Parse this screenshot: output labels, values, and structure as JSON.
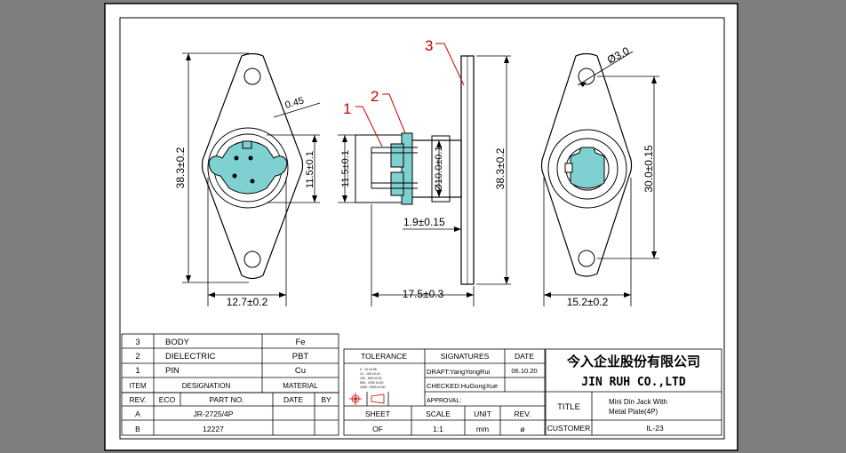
{
  "colors": {
    "background": "#7f7f7f",
    "paper": "#ffffff",
    "line": "#000000",
    "dimension": "#000000",
    "teal_fill": "#7fd0d0",
    "callout": "#cc0000"
  },
  "callouts": {
    "pin": "1",
    "dielectric": "2",
    "body": "3"
  },
  "dimensions": {
    "plate_height_left": "38.3±0.2",
    "flange_thickness": "0.45",
    "body_height_left": "11.5±0.1",
    "plate_width": "12.7±0.2",
    "side_pin_height": "11.5±0.1",
    "body_diameter": "Ø10.0±0.1",
    "plate_height_side": "38.3±0.2",
    "flange_offset": "1.9±0.15",
    "side_length": "17.5±0.3",
    "hole_diameter": "Ø3.0",
    "hole_spacing": "30.0±0.15",
    "right_width": "15.2±0.2"
  },
  "bom": {
    "rows": [
      {
        "no": "3",
        "name": "BODY",
        "material": "Fe"
      },
      {
        "no": "2",
        "name": "DIELECTRIC",
        "material": "PBT"
      },
      {
        "no": "1",
        "name": "PIN",
        "material": "Cu"
      }
    ],
    "headers": {
      "item": "ITEM",
      "designation": "DESIGNATION",
      "material": "MATERIAL"
    }
  },
  "revisions": {
    "headers": {
      "rev": "REV.",
      "eco": "ECO",
      "part_no": "PART NO.",
      "date": "DATE",
      "by": "BY"
    },
    "rows": [
      {
        "rev": "A",
        "part_no": "JR-2725/4P"
      },
      {
        "rev": "B",
        "part_no": "12227"
      }
    ]
  },
  "tolerance": {
    "label": "TOLERANCE",
    "table_lines": [
      "0 - 10    ±0.05",
      "10 - 100   ±0.10",
      "100 - 500  ±0.15",
      "500 - 1000 ±0.20",
      "1000 - 5000 ±0.30"
    ]
  },
  "signatures": {
    "label": "SIGNATURES",
    "date_label": "DATE",
    "draft": "DRAFT:YangYongRui",
    "draft_date": "06.10.20",
    "checked": "CHECKED:HuGongXue",
    "approval": "APPROVAL:"
  },
  "sheet_block": {
    "sheet_label": "SHEET",
    "sheet_value": "OF",
    "scale_label": "SCALE",
    "scale_value": "1:1",
    "unit_label": "UNIT",
    "unit_value": "mm",
    "rev_label": "REV.",
    "rev_value": "ø"
  },
  "company": {
    "name_cn": "今入企业股份有限公司",
    "name_en": "JIN RUH CO.,LTD"
  },
  "title_block": {
    "title_label": "TITLE",
    "title_line1": "Mini Din Jack With",
    "title_line2": "Metal Plate(4P)",
    "customer_label": "CUSTOMER",
    "customer_value": "IL-23"
  }
}
